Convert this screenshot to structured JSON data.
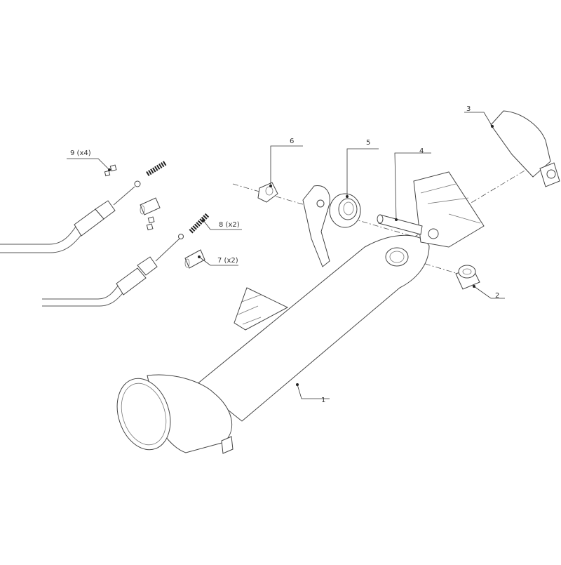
{
  "callouts": {
    "c1": "1",
    "c2": "2",
    "c3": "3",
    "c4": "4",
    "c5": "5",
    "c6": "6",
    "c7": "7 (x2)",
    "c8": "8 (x2)",
    "c9": "9 (x4)"
  }
}
